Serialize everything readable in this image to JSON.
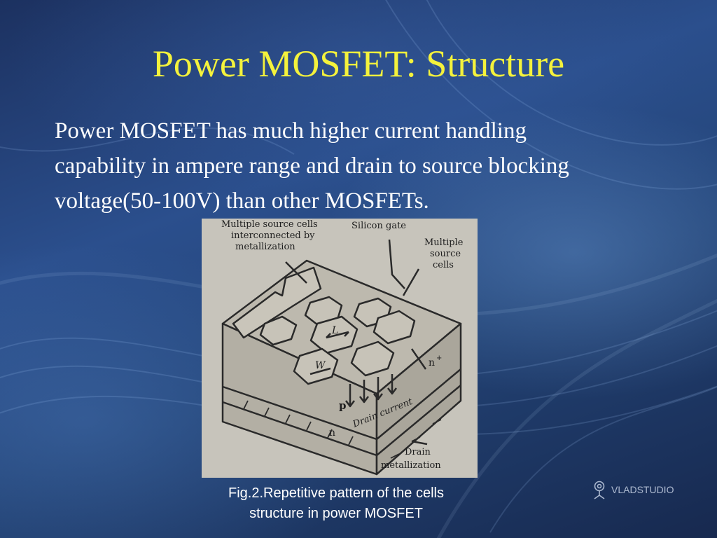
{
  "slide": {
    "title": "Power MOSFET: Structure",
    "body_lines": [
      "Power MOSFET has much higher current handling",
      "capability in ampere range and drain to source blocking",
      "voltage(50-100V) than other MOSFETs."
    ],
    "caption_lines": [
      "Fig.2.Repetitive pattern of the cells",
      "structure in power MOSFET"
    ],
    "title_color": "#f4f23c"
  },
  "figure": {
    "labels": {
      "source_cells_1": "Multiple source cells",
      "source_cells_2": "interconnected by",
      "source_cells_3": "metallization",
      "silicon_gate": "Silicon gate",
      "multiple_1": "Multiple",
      "multiple_2": "source",
      "multiple_3": "cells",
      "L": "L",
      "W": "W",
      "n_plus": "n",
      "p": "p",
      "drain_current": "Drain current",
      "n": "n",
      "drain_1": "Drain",
      "drain_2": "metallization"
    }
  },
  "watermark": {
    "icon": "vladstudio-logo-icon",
    "text": "VLADSTUDIO"
  }
}
